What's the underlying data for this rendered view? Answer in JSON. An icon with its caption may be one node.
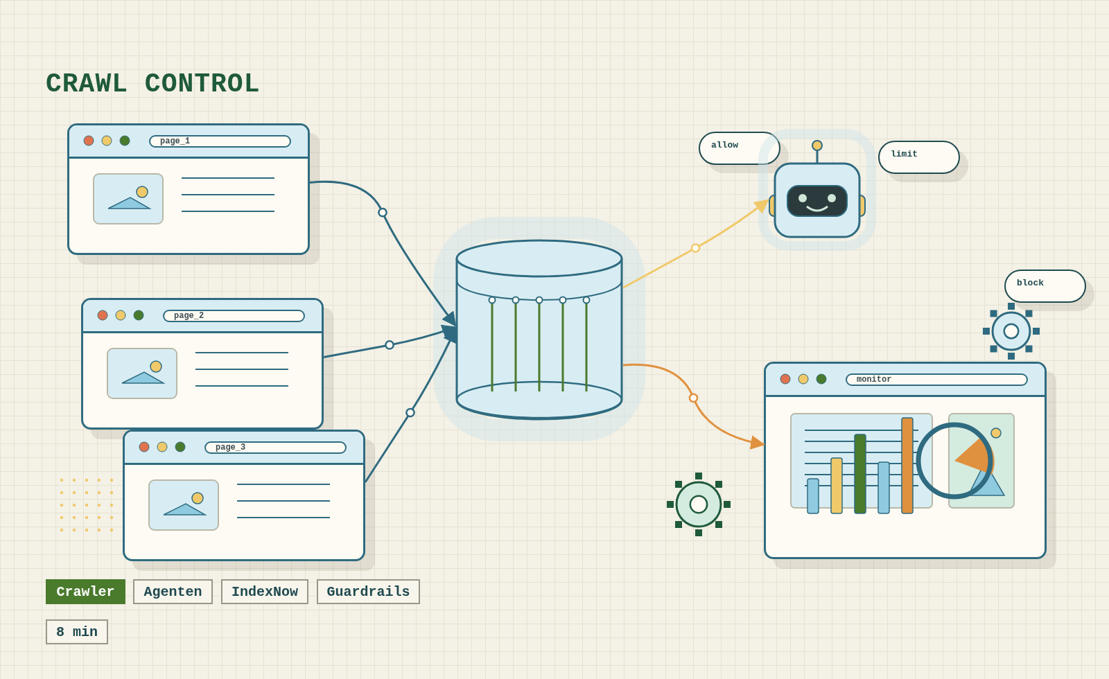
{
  "diagram": {
    "title": "CRAWL CONTROL",
    "nodes": [
      {
        "text": [
          "page_1"
        ]
      },
      {
        "text": [
          "page_2"
        ]
      },
      {
        "text": [
          "page_3"
        ]
      },
      {
        "text": [],
        "shape": "cylinder"
      },
      {
        "text": [
          "allow"
        ]
      },
      {
        "text": [],
        "shape": "picture"
      },
      {
        "text": [
          "limit"
        ]
      },
      {
        "text": [
          "block"
        ]
      },
      {
        "text": [
          "monitor"
        ]
      },
      {
        "text": [
          "Crawler"
        ]
      },
      {
        "text": [
          "Agenten"
        ]
      },
      {
        "text": [
          "IndexNow"
        ]
      },
      {
        "text": [
          "Guardrails"
        ]
      },
      {
        "text": [
          "8 min"
        ]
      }
    ],
    "edges": [
      {
        "from": 0,
        "to": 3,
        "arrow": "to"
      },
      {
        "from": 1,
        "to": 3,
        "arrow": "to"
      },
      {
        "from": 2,
        "to": 3,
        "arrow": "to"
      },
      {
        "from": 3,
        "to": 5,
        "arrow": "to",
        "color": "#f0c96a"
      },
      {
        "from": 3,
        "to": 8,
        "arrow": "to",
        "color": "#e0913f"
      }
    ]
  }
}
